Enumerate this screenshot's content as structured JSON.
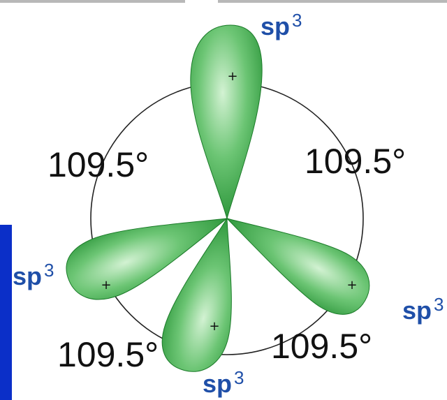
{
  "diagram": {
    "orbitals": [
      {
        "id": "top",
        "label": "sp",
        "superscript": "3",
        "sign": "+"
      },
      {
        "id": "left",
        "label": "sp",
        "superscript": "3",
        "sign": "+"
      },
      {
        "id": "bottom",
        "label": "sp",
        "superscript": "3",
        "sign": "+"
      },
      {
        "id": "right",
        "label": "sp",
        "superscript": "3",
        "sign": "+"
      }
    ],
    "angles": {
      "upper_left": "109.5°",
      "upper_right": "109.5°",
      "lower_left": "109.5°",
      "lower_right": "109.5°"
    },
    "colors": {
      "lobe_dark": "#1e8a2e",
      "lobe_mid": "#4cb55a",
      "lobe_light": "#c6ecc6",
      "label_blue": "#1f4fa8",
      "side_bar": "#0b2fc8"
    }
  }
}
